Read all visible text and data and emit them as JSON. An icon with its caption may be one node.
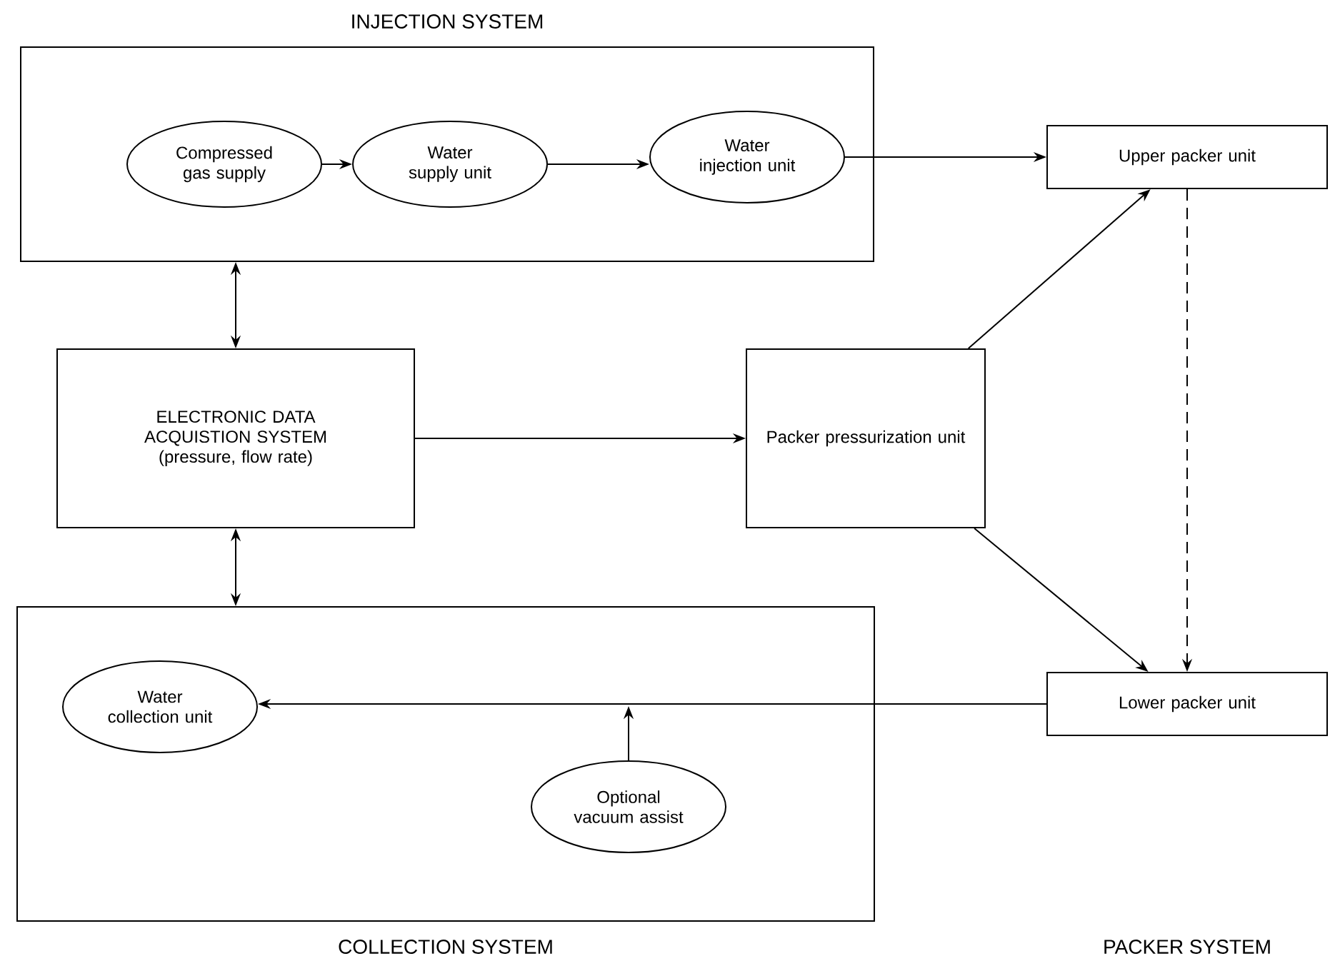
{
  "diagram": {
    "nodes": [
      {
        "text": [
          "INJECTION SYSTEM"
        ]
      },
      {
        "text": [
          "Compressed gas supply"
        ],
        "in": 0
      },
      {
        "text": [
          "Water supply unit"
        ],
        "in": 0
      },
      {
        "text": [
          "Water injection unit"
        ],
        "in": 0
      },
      {
        "text": [
          "Upper packer unit"
        ]
      },
      {
        "text": [
          "ELECTRONIC DATA ACQUISTION SYSTEM",
          "(pressure, flow rate)"
        ]
      },
      {
        "text": [
          "Packer pressurization unit"
        ]
      },
      {
        "text": [
          "COLLECTION SYSTEM"
        ]
      },
      {
        "text": [
          "Water collection unit"
        ],
        "in": 7
      },
      {
        "text": [
          "Optional vacuum assist"
        ],
        "in": 7
      },
      {
        "text": [
          "Lower packer unit"
        ]
      }
    ],
    "edges": [
      {
        "from": 1,
        "to": 2,
        "arrow": "to"
      },
      {
        "from": 2,
        "to": 3,
        "arrow": "to"
      },
      {
        "from": 3,
        "to": 4,
        "arrow": "to"
      },
      {
        "from": 0,
        "to": 5,
        "arrow": "both"
      },
      {
        "from": 5,
        "to": 6,
        "arrow": "to"
      },
      {
        "from": 6,
        "to": 4,
        "arrow": "to"
      },
      {
        "from": 6,
        "to": 10,
        "arrow": "to"
      },
      {
        "from": 4,
        "to": 10,
        "arrow": "to",
        "style": "dashed"
      },
      {
        "from": 5,
        "to": 7,
        "arrow": "both"
      },
      {
        "from": 10,
        "to": 8,
        "arrow": "to"
      },
      {
        "from": 9,
        "to": null,
        "arrow": "to"
      }
    ],
    "labels": [
      "PACKER SYSTEM"
    ]
  }
}
